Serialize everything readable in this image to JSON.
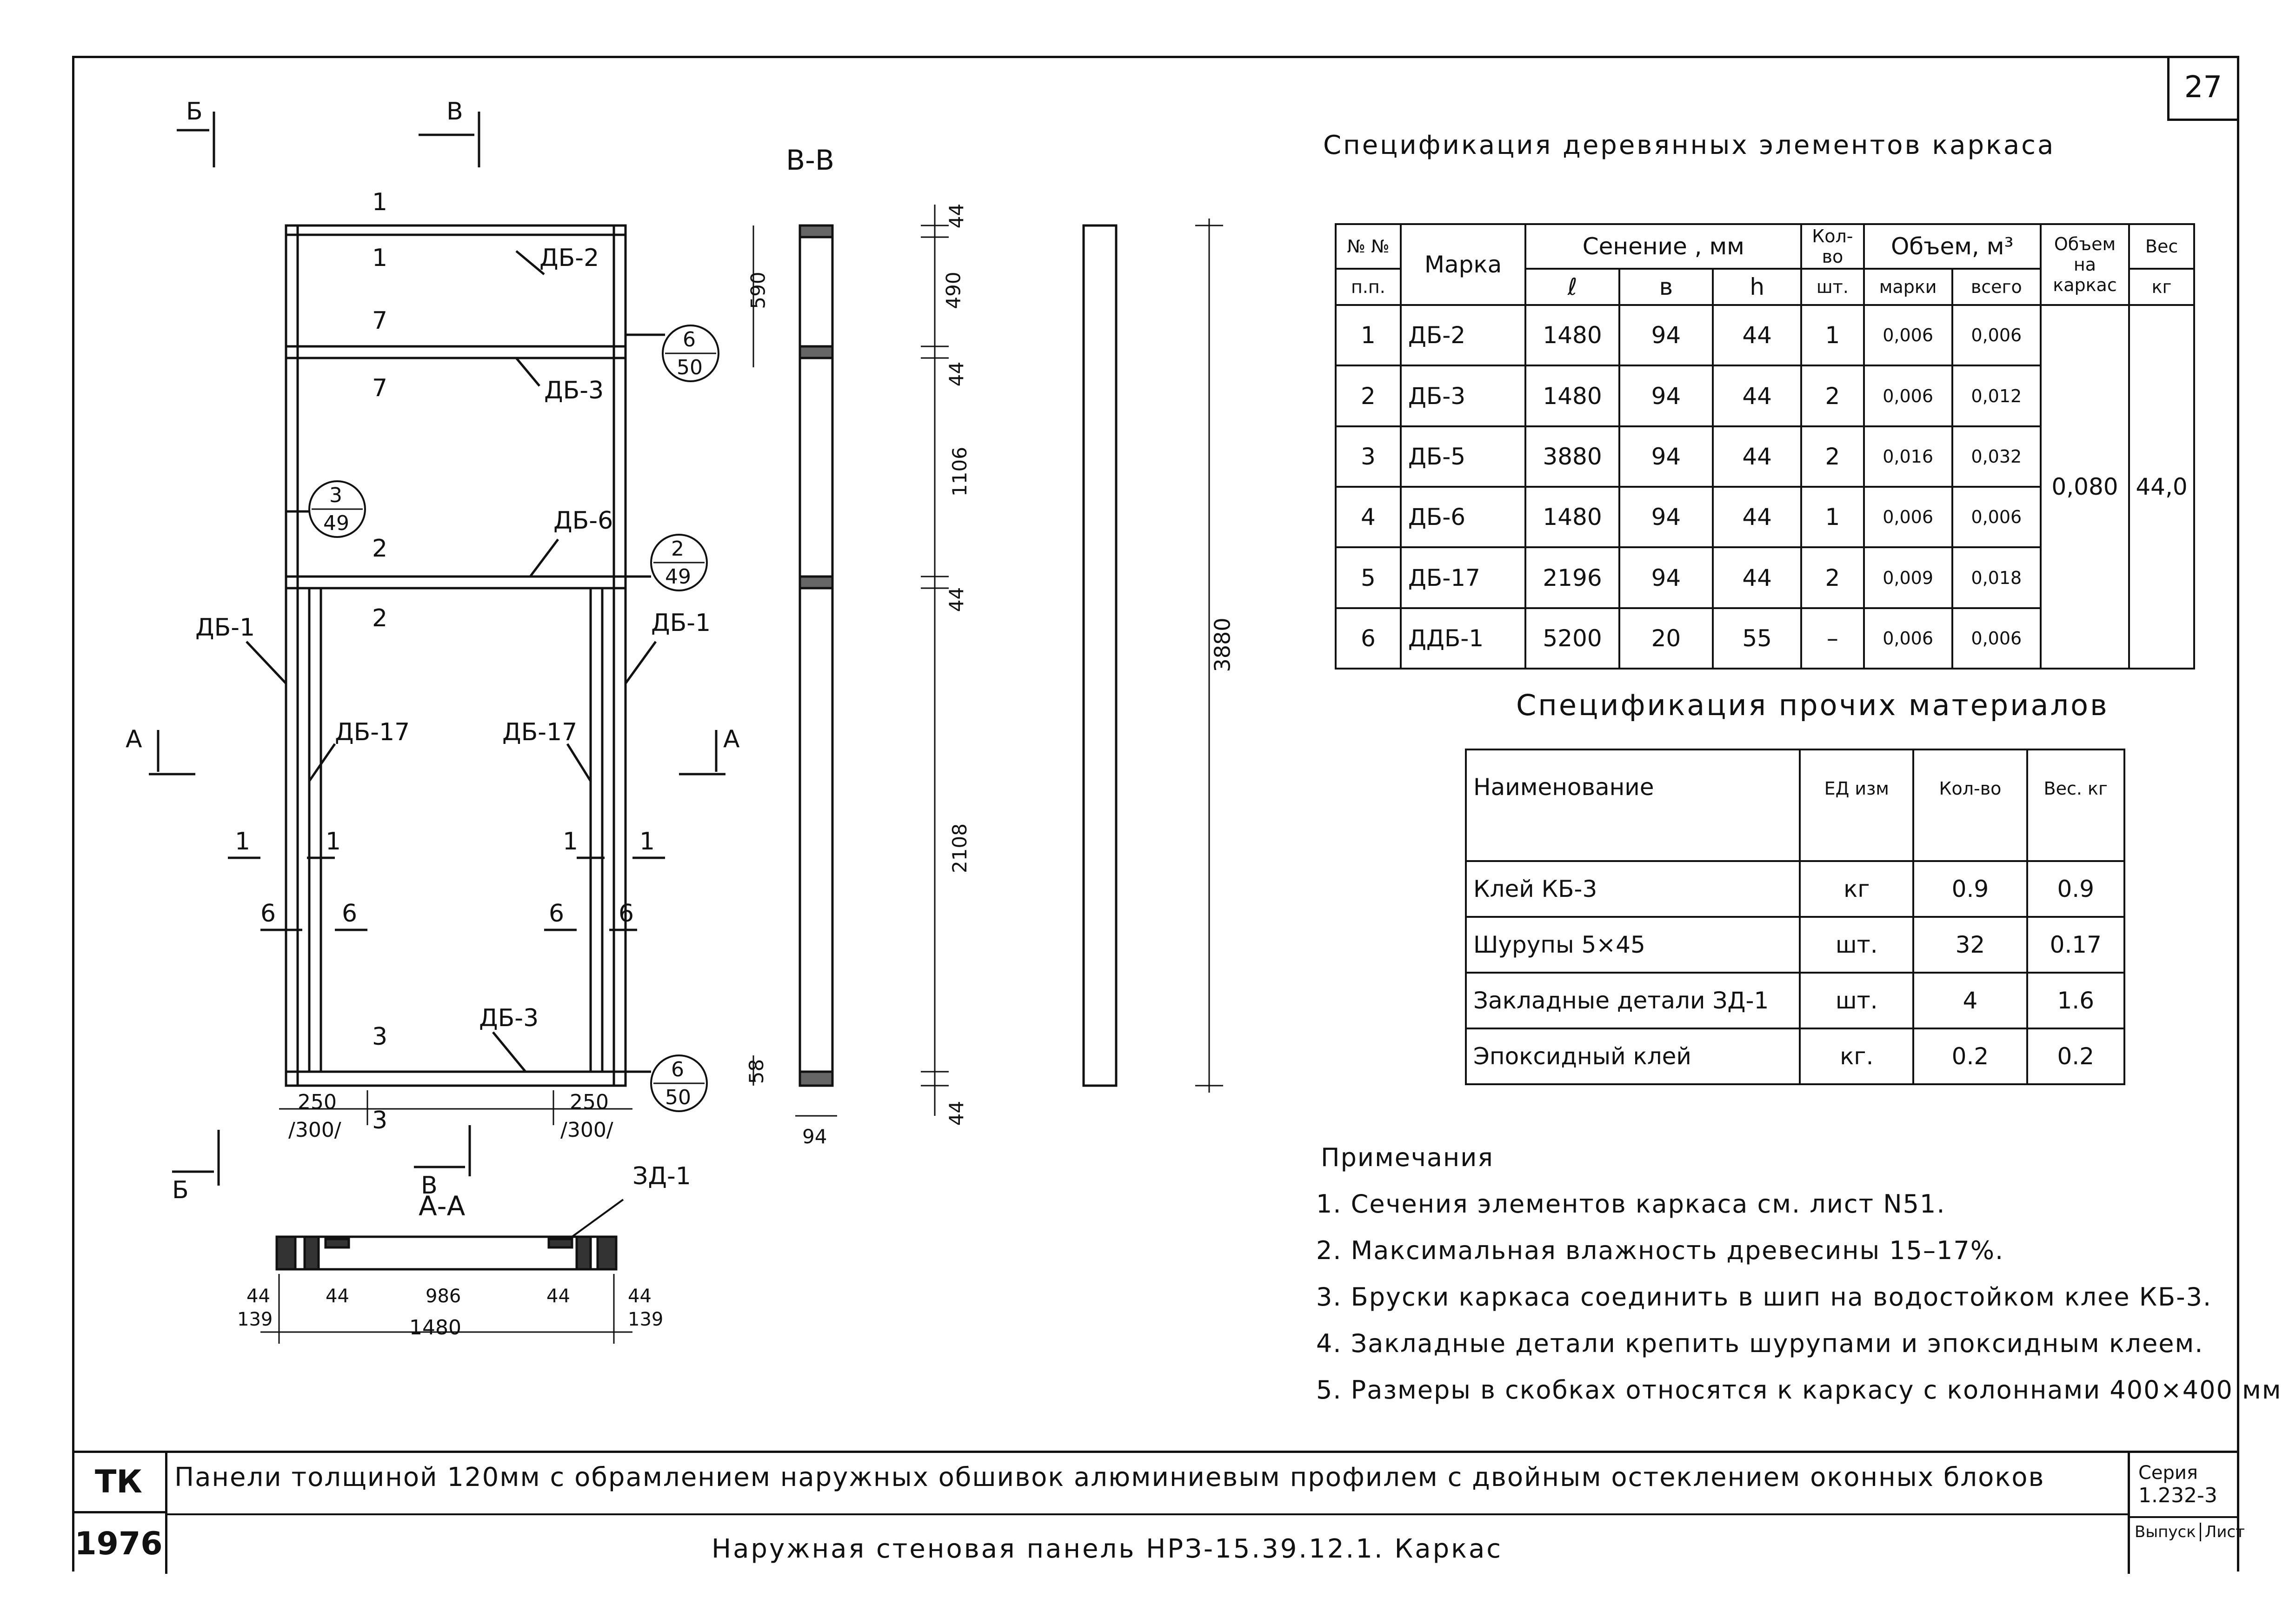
{
  "sheet_number": "27",
  "drawing": {
    "section_vv_label": "В-В",
    "section_aa_label": "А-А",
    "markers": [
      "Б",
      "В",
      "А",
      "Б",
      "В",
      "А"
    ],
    "elements": [
      "ДБ-2",
      "ДБ-3",
      "ДБ-6",
      "ДБ-1",
      "ДБ-1",
      "ДБ-17",
      "ДБ-17",
      "ДБ-3",
      "ЗД-1"
    ],
    "callouts": [
      {
        "top": "6",
        "bottom": "50"
      },
      {
        "top": "3",
        "bottom": "49"
      },
      {
        "top": "2",
        "bottom": "49"
      },
      {
        "top": "6",
        "bottom": "50"
      }
    ],
    "section_marks": [
      "1",
      "1",
      "7",
      "7",
      "2",
      "2",
      "3",
      "3",
      "1",
      "1",
      "1",
      "1",
      "6",
      "6",
      "6",
      "6"
    ],
    "dims_front": {
      "left_bottom": "250",
      "left_bottom_paren": "/300/",
      "right_bottom": "250",
      "right_bottom_paren": "/300/"
    },
    "dims_vv": [
      "44",
      "490",
      "44",
      "1106",
      "44",
      "2108",
      "44",
      "590",
      "58",
      "94"
    ],
    "dims_total": "3880",
    "dims_aa": [
      "44",
      "44",
      "986",
      "44",
      "44",
      "139",
      "1480",
      "139"
    ]
  },
  "spec1": {
    "title": "Спецификация деревянных элементов каркаса",
    "headers": {
      "num": "№ №",
      "num2": "п.п.",
      "mark": "Марка",
      "section": "Сенение , мм",
      "l": "ℓ",
      "b": "в",
      "h": "h",
      "qty": "Кол-во",
      "qty2": "шт.",
      "volume": "Объем, м³",
      "vol_mark": "марки",
      "vol_total": "всего",
      "vol_frame": "Объем на каркас",
      "weight": "Вес",
      "weight_unit": "кг"
    },
    "rows": [
      {
        "n": "1",
        "mark": "ДБ-2",
        "l": "1480",
        "b": "94",
        "h": "44",
        "qty": "1",
        "vm": "0,006",
        "vt": "0,006"
      },
      {
        "n": "2",
        "mark": "ДБ-3",
        "l": "1480",
        "b": "94",
        "h": "44",
        "qty": "2",
        "vm": "0,006",
        "vt": "0,012"
      },
      {
        "n": "3",
        "mark": "ДБ-5",
        "l": "3880",
        "b": "94",
        "h": "44",
        "qty": "2",
        "vm": "0,016",
        "vt": "0,032"
      },
      {
        "n": "4",
        "mark": "ДБ-6",
        "l": "1480",
        "b": "94",
        "h": "44",
        "qty": "1",
        "vm": "0,006",
        "vt": "0,006"
      },
      {
        "n": "5",
        "mark": "ДБ-17",
        "l": "2196",
        "b": "94",
        "h": "44",
        "qty": "2",
        "vm": "0,009",
        "vt": "0,018"
      },
      {
        "n": "6",
        "mark": "ДДБ-1",
        "l": "5200",
        "b": "20",
        "h": "55",
        "qty": "–",
        "vm": "0,006",
        "vt": "0,006"
      }
    ],
    "frame_volume": "0,080",
    "frame_weight": "44,0"
  },
  "spec2": {
    "title": "Спецификация прочих материалов",
    "headers": {
      "name": "Наименование",
      "unit": "ЕД изм",
      "qty": "Кол-во",
      "weight": "Вес. кг"
    },
    "rows": [
      {
        "name": "Клей КБ-3",
        "unit": "кг",
        "qty": "0.9",
        "weight": "0.9"
      },
      {
        "name": "Шурупы 5×45",
        "unit": "шт.",
        "qty": "32",
        "weight": "0.17"
      },
      {
        "name": "Закладные детали ЗД-1",
        "unit": "шт.",
        "qty": "4",
        "weight": "1.6"
      },
      {
        "name": "Эпоксидный клей",
        "unit": "кг.",
        "qty": "0.2",
        "weight": "0.2"
      }
    ]
  },
  "notes": {
    "title": "Примечания",
    "items": [
      "1. Сечения элементов каркаса см. лист N51.",
      "2. Максимальная влажность древесины 15–17%.",
      "3. Бруски каркаса соединить в шип на водостойком клее КБ-3.",
      "4. Закладные детали крепить шурупами и эпоксидным клеем.",
      "5. Размеры в скобках относятся к каркасу с колоннами 400×400 мм"
    ]
  },
  "titleblock": {
    "org": "ТК",
    "year": "1976",
    "title": "Панели толщиной 120мм с обрамлением наружных обшивок алюминиевым профилем с двойным остеклением оконных блоков",
    "subtitle": "Наружная стеновая панель НРЗ-15.39.12.1. Каркас",
    "series_label": "Серия",
    "series": "1.232-3",
    "issue_label": "Выпуск",
    "sheet_label": "Лист"
  }
}
